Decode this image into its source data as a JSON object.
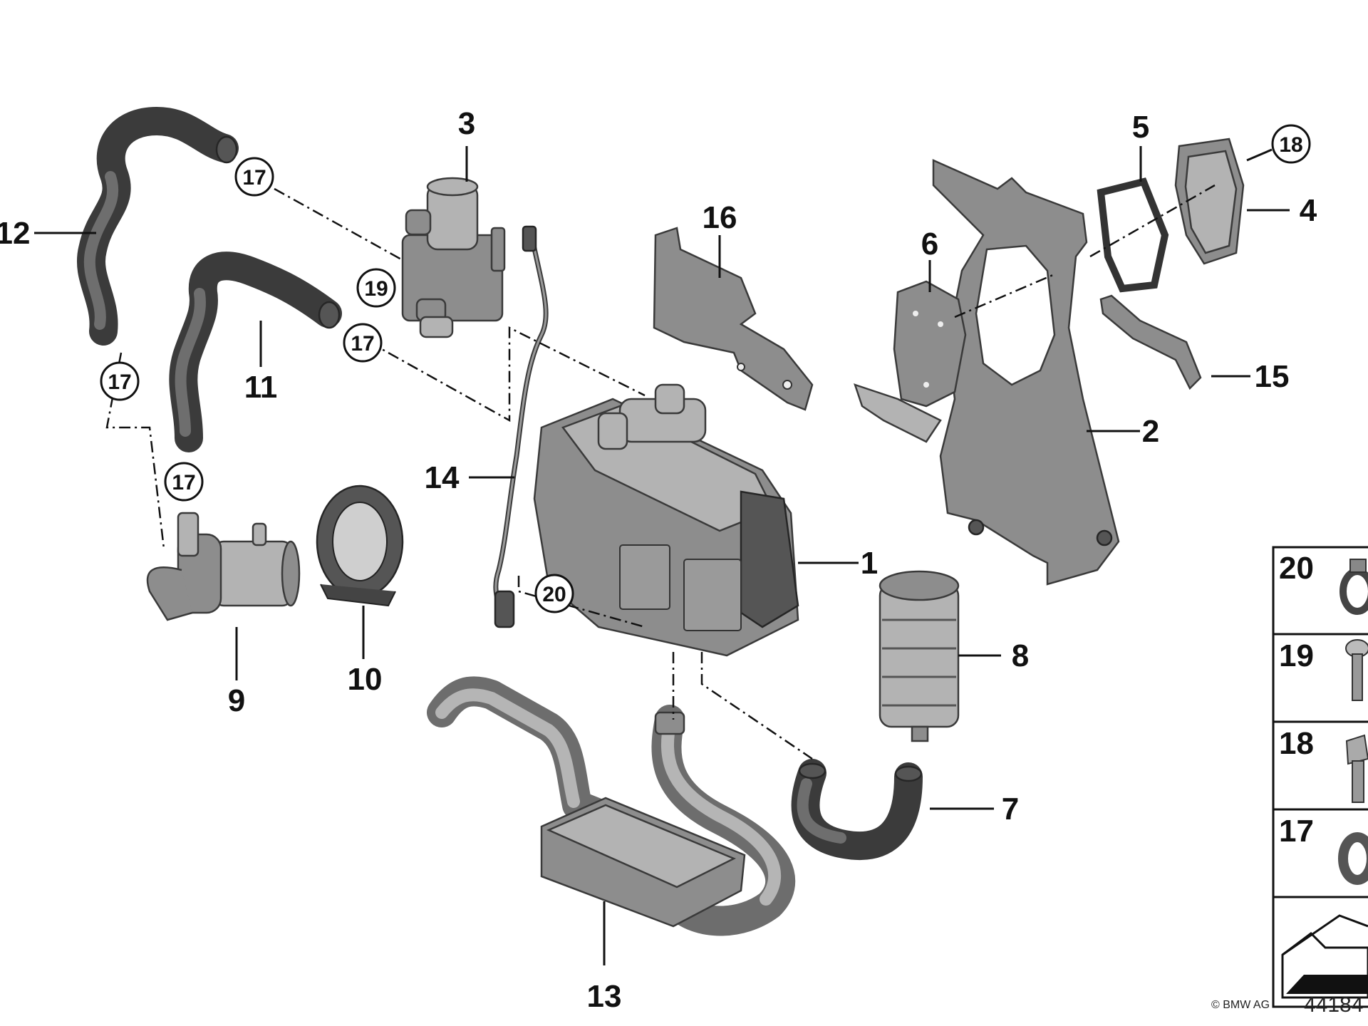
{
  "labels": {
    "p1": "1",
    "p2": "2",
    "p3": "3",
    "p4": "4",
    "p5": "5",
    "p6": "6",
    "p7": "7",
    "p8": "8",
    "p9": "9",
    "p10": "10",
    "p11": "11",
    "p12": "12",
    "p13": "13",
    "p14": "14",
    "p15": "15",
    "p16": "16"
  },
  "circles": {
    "c17": "17",
    "c18": "18",
    "c19": "19",
    "c20": "20"
  },
  "legend_table": [
    "20",
    "19",
    "18",
    "17"
  ],
  "footer": {
    "copyright": "© BMW AG",
    "diagram_number": "44184"
  }
}
